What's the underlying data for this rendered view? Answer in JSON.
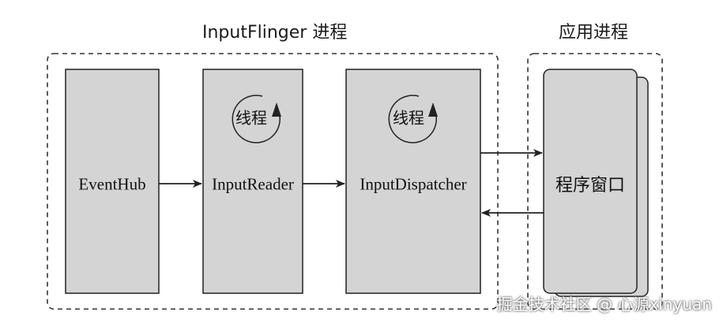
{
  "groups": {
    "inputflinger_title": "InputFlinger 进程",
    "app_title": "应用进程"
  },
  "boxes": {
    "eventhub": "EventHub",
    "inputreader": "InputReader",
    "inputdispatcher": "InputDispatcher",
    "app_window": "程序窗口"
  },
  "thread_labels": {
    "reader_thread": "线程",
    "dispatcher_thread": "线程"
  },
  "watermark": "掘金技术社区 @ 心源xinyuan",
  "colors": {
    "box_fill": "#d4d4d4",
    "stroke": "#222222",
    "background": "#ffffff"
  }
}
